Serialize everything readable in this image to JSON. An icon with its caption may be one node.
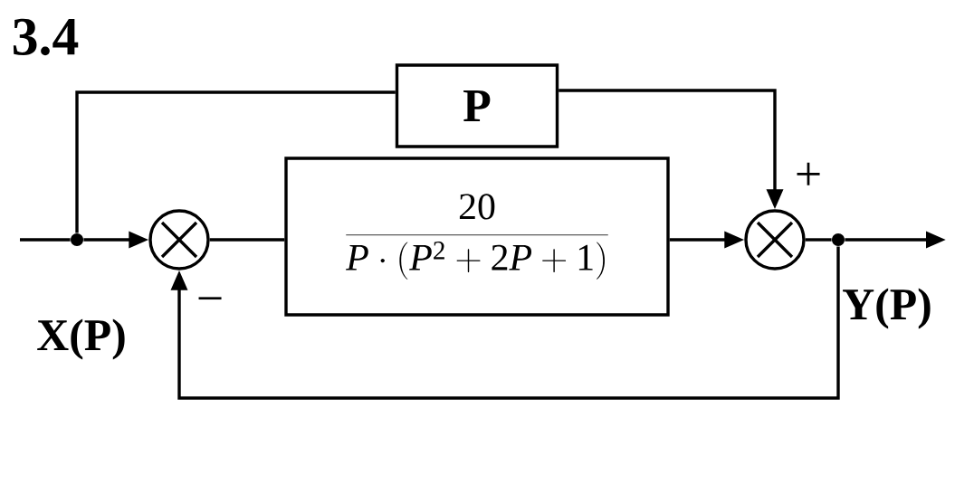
{
  "diagram": {
    "title": "3.4",
    "nodes": [
      {
        "text": [],
        "shape": "dot"
      },
      {
        "text": [],
        "shape": "circle",
        "beside": [
          "−"
        ]
      },
      {
        "text": [
          "P"
        ]
      },
      {
        "text": [
          "\\frac{20}{P\\cdot(P^{2}+2P+1)}"
        ]
      },
      {
        "text": [],
        "shape": "circle",
        "beside": [
          "+"
        ]
      },
      {
        "text": [],
        "shape": "dot"
      }
    ],
    "edges": [
      {
        "from": null,
        "to": 0,
        "arrow": "none"
      },
      {
        "from": 0,
        "to": 1,
        "arrow": "to"
      },
      {
        "from": 0,
        "to": 2,
        "arrow": "none"
      },
      {
        "from": 1,
        "to": 3,
        "arrow": "none"
      },
      {
        "from": 2,
        "to": 4,
        "arrow": "to"
      },
      {
        "from": 3,
        "to": 4,
        "arrow": "to"
      },
      {
        "from": 4,
        "to": 5,
        "arrow": "none"
      },
      {
        "from": 5,
        "to": null,
        "arrow": "to"
      },
      {
        "from": 5,
        "to": 1,
        "arrow": "to"
      }
    ],
    "labels": [
      "X(P)",
      "Y(P)"
    ]
  }
}
